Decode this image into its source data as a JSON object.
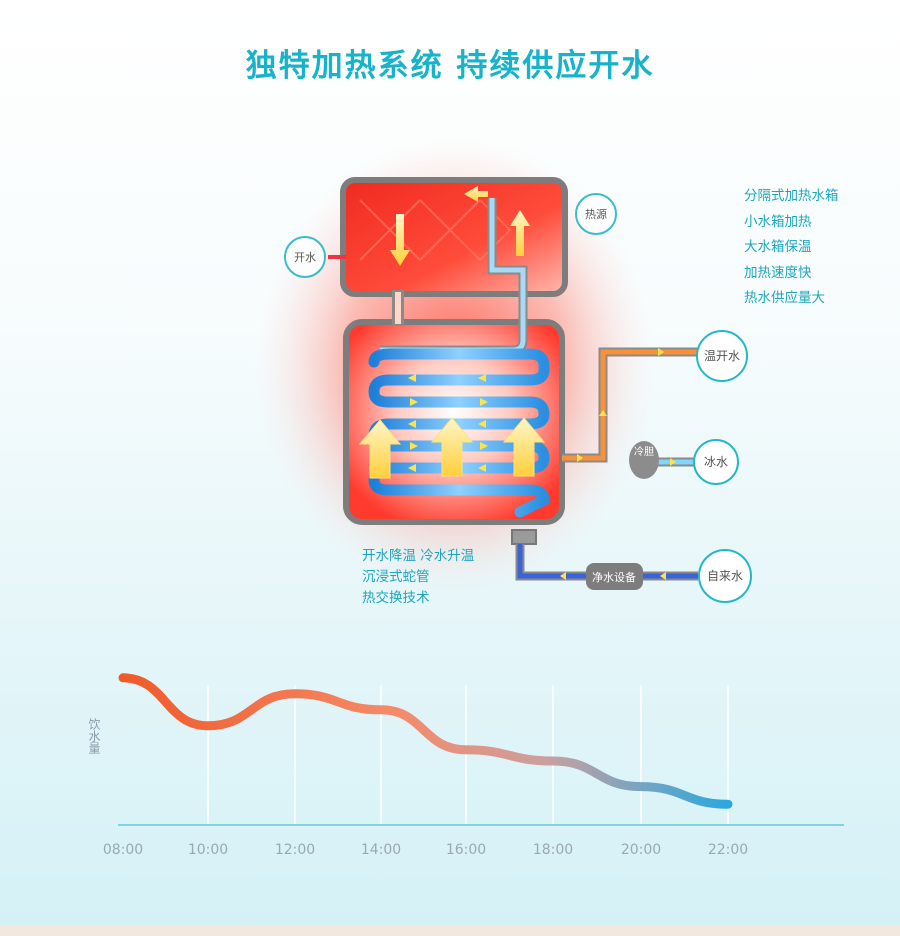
{
  "title": "独特加热系统  持续供应开水",
  "features": [
    "分隔式加热水箱",
    "小水箱加热",
    "大水箱保温",
    "加热速度快",
    "热水供应量大"
  ],
  "coil_caption": [
    "开水降温 冷水升温",
    "沉浸式蛇管",
    "热交换技术"
  ],
  "labels": {
    "boiling_water": "开水",
    "heat_source": "热源",
    "warm_water": "温开水",
    "ice_water": "冰水",
    "tap_water": "自来水",
    "cold_tank": "冷胆",
    "purifier": "净水设备"
  },
  "colors": {
    "accent": "#18b3c9",
    "hot": "#f06a3a",
    "cold": "#3fa9e0"
  },
  "chart_data": {
    "type": "line",
    "title": "",
    "xlabel": "",
    "ylabel": "饮水量",
    "categories": [
      "08:00",
      "10:00",
      "12:00",
      "14:00",
      "16:00",
      "18:00",
      "20:00",
      "22:00"
    ],
    "series": [
      {
        "values": [
          92,
          62,
          82,
          72,
          47,
          40,
          24,
          13
        ]
      }
    ],
    "ylim": [
      0,
      100
    ],
    "grid": "vertical"
  }
}
